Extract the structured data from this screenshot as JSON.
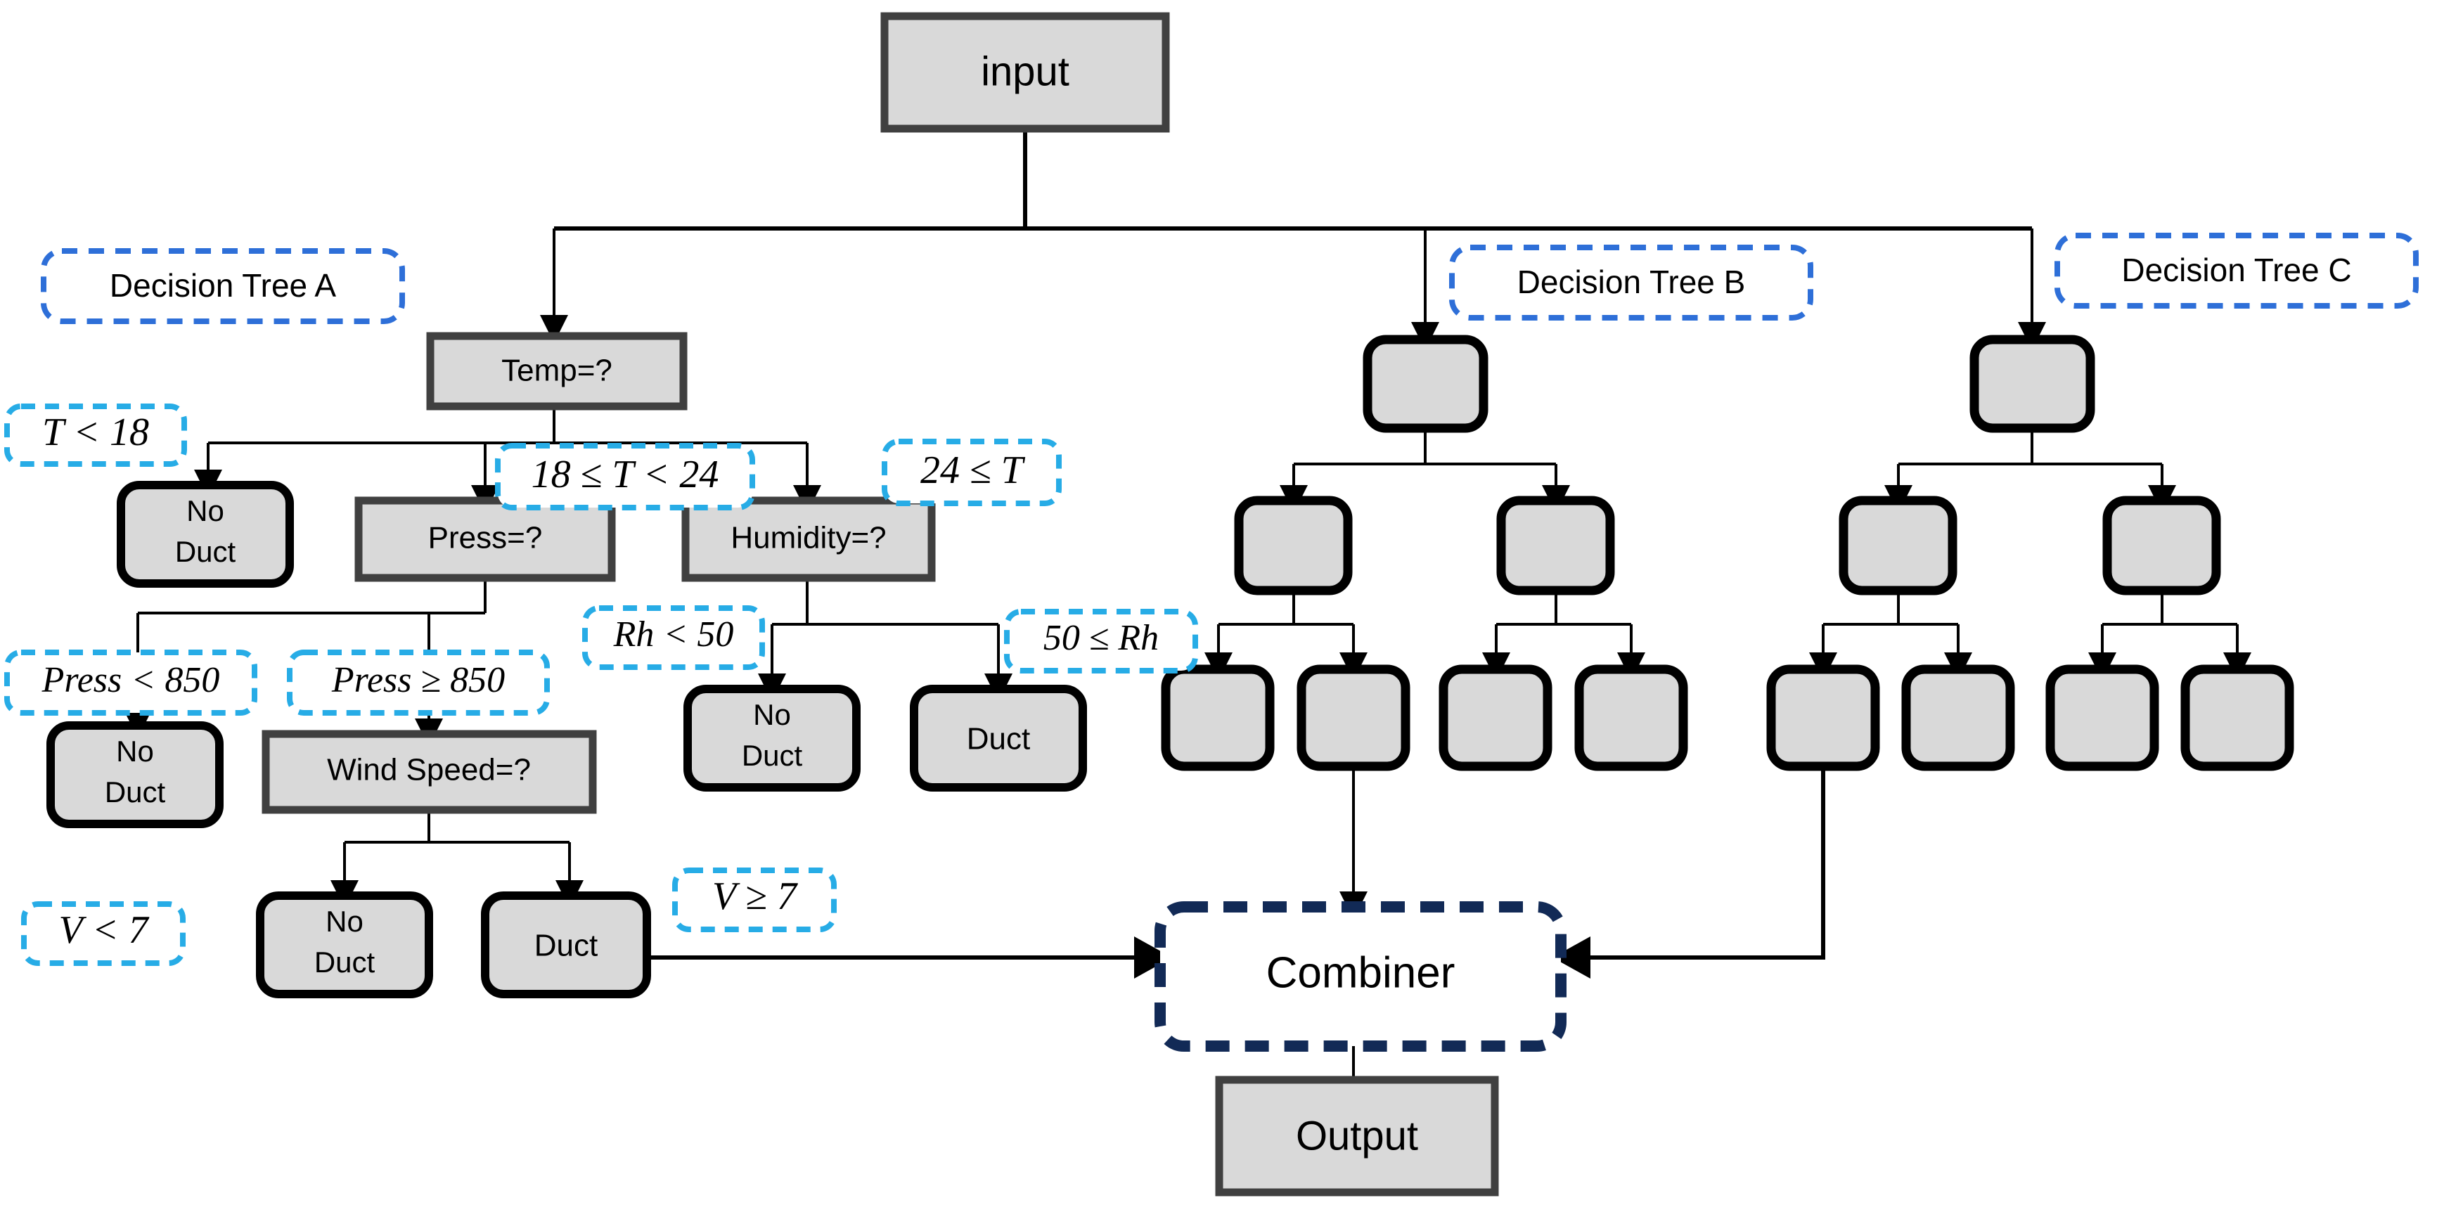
{
  "diagram": {
    "title_nodes": {
      "input": "input",
      "combiner": "Combiner",
      "output": "Output"
    },
    "group_labels": [
      {
        "id": "tree-a",
        "text": "Decision Tree A"
      },
      {
        "id": "tree-b",
        "text": "Decision Tree B"
      },
      {
        "id": "tree-c",
        "text": "Decision Tree C"
      }
    ],
    "tree_a": {
      "nodes": [
        {
          "id": "temp",
          "label": "Temp=?",
          "shape": "rect"
        },
        {
          "id": "noduct-t",
          "label": "No\nDuct",
          "shape": "round"
        },
        {
          "id": "press",
          "label": "Press=?",
          "shape": "rect"
        },
        {
          "id": "humidity",
          "label": "Humidity=?",
          "shape": "rect"
        },
        {
          "id": "noduct-p",
          "label": "No\nDuct",
          "shape": "round"
        },
        {
          "id": "wind",
          "label": "Wind Speed=?",
          "shape": "rect"
        },
        {
          "id": "noduct-rh",
          "label": "No\nDuct",
          "shape": "round"
        },
        {
          "id": "duct-rh",
          "label": "Duct",
          "shape": "round"
        },
        {
          "id": "noduct-v",
          "label": "No\nDuct",
          "shape": "round"
        },
        {
          "id": "duct-v",
          "label": "Duct",
          "shape": "round"
        }
      ],
      "labels_line1": {
        "noduct-t-l1": "No",
        "noduct-t-l2": "Duct",
        "noduct-p-l1": "No",
        "noduct-p-l2": "Duct",
        "noduct-rh-l1": "No",
        "noduct-rh-l2": "Duct",
        "noduct-v-l1": "No",
        "noduct-v-l2": "Duct"
      },
      "conditions": [
        {
          "id": "cond-t-lt18",
          "text": "T < 18"
        },
        {
          "id": "cond-t-mid",
          "text": "18 ≤ T < 24"
        },
        {
          "id": "cond-t-ge24",
          "text": "24 ≤ T"
        },
        {
          "id": "cond-press-lt850",
          "text": "Press < 850"
        },
        {
          "id": "cond-press-ge850",
          "text": "Press ≥ 850"
        },
        {
          "id": "cond-rh-lt50",
          "text": "Rh < 50"
        },
        {
          "id": "cond-rh-ge50",
          "text": "50 ≤ Rh"
        },
        {
          "id": "cond-v-lt7",
          "text": "V < 7"
        },
        {
          "id": "cond-v-ge7",
          "text": "V ≥ 7"
        }
      ]
    },
    "tree_b": {
      "node_count": 7,
      "labels": [
        "",
        "",
        "",
        "",
        "",
        "",
        ""
      ]
    },
    "tree_c": {
      "node_count": 7,
      "labels": [
        "",
        "",
        "",
        "",
        "",
        "",
        ""
      ]
    },
    "colors": {
      "node_fill": "#d9d9d9",
      "node_stroke_rect": "#404040",
      "node_stroke_round": "#000000",
      "group_dash": "#2e6fd8",
      "condition_dash": "#27ace6",
      "combiner_dash": "#122a56",
      "edge": "#000000",
      "background": "#ffffff"
    }
  }
}
